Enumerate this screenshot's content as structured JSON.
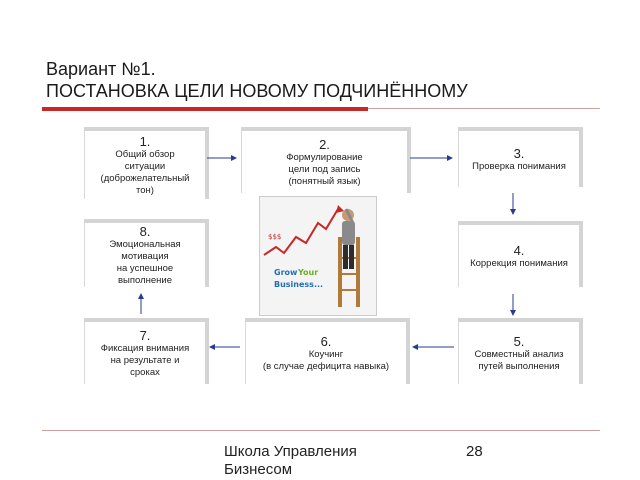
{
  "slide": {
    "title_line1": "Вариант №1.",
    "title_line2": "ПОСТАНОВКА ЦЕЛИ НОВОМУ ПОДЧИНЁННОМУ"
  },
  "steps": [
    {
      "num": "1.",
      "text": "Общий обзор\nситуации\n(доброжелательный\nтон)"
    },
    {
      "num": "2.",
      "text": "Формулирование\nцели под запись\n(понятный язык)"
    },
    {
      "num": "3.",
      "text": "Проверка понимания"
    },
    {
      "num": "4.",
      "text": "Коррекция понимания"
    },
    {
      "num": "5.",
      "text": "Совместный анализ\nпутей выполнения"
    },
    {
      "num": "6.",
      "text": "Коучинг\n(в случае дефицита навыка)"
    },
    {
      "num": "7.",
      "text": "Фиксация внимания\nна результате и\nсроках"
    },
    {
      "num": "8.",
      "text": "Эмоциональная\nмотивация\nна успешное\nвыполнение"
    }
  ],
  "image": {
    "caption_grow": "Grow",
    "caption_your": "Your",
    "caption_business": "Business...",
    "chart_label": "$$$"
  },
  "footer": {
    "org": "Школа Управления Бизнесом",
    "page": "28"
  },
  "colors": {
    "accent_red": "#c62828",
    "arrow_blue": "#2a3b8f",
    "grow_blue": "#1f6fb5",
    "your_green": "#6ab023"
  }
}
